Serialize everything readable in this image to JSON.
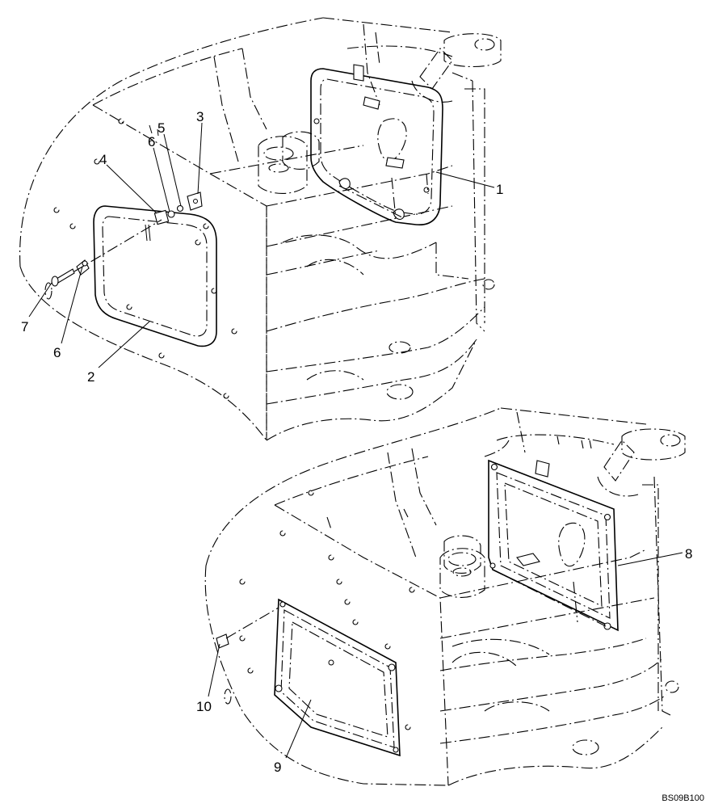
{
  "callouts": {
    "c1": "1",
    "c2": "2",
    "c3": "3",
    "c4": "4",
    "c5": "5",
    "c6a": "6",
    "c6b": "6",
    "c7": "7",
    "c8": "8",
    "c9": "9",
    "c10": "10"
  },
  "reference_code": "BS09B100"
}
